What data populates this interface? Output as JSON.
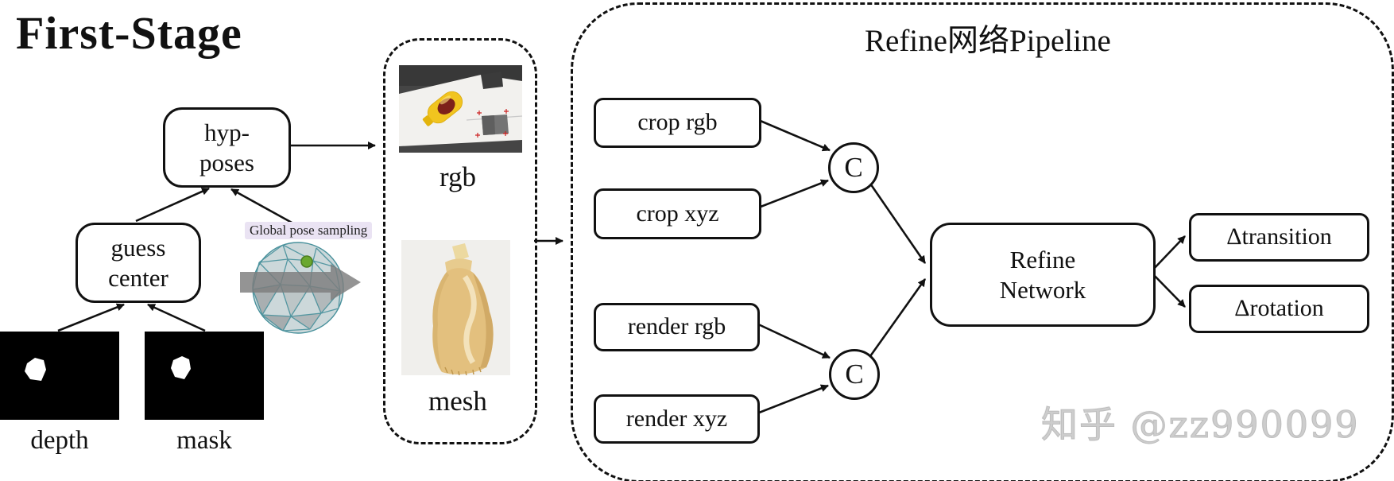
{
  "title": "First-Stage",
  "stage1": {
    "hyp_poses_line1": "hyp-",
    "hyp_poses_line2": "poses",
    "guess_line1": "guess",
    "guess_line2": "center",
    "depth_label": "depth",
    "mask_label": "mask",
    "sampling_label": "Global pose sampling"
  },
  "panel": {
    "rgb_label": "rgb",
    "mesh_label": "mesh"
  },
  "pipeline": {
    "title": "Refine网络Pipeline",
    "crop_rgb": "crop rgb",
    "crop_xyz": "crop xyz",
    "render_rgb": "render rgb",
    "render_xyz": "render xyz",
    "concat_top": "C",
    "concat_bottom": "C",
    "refine_line1": "Refine",
    "refine_line2": "Network",
    "delta_transition": "Δtransition",
    "delta_rotation": "Δrotation"
  },
  "watermark": "知乎 @zz990099",
  "colors": {
    "line": "#111111",
    "sampling_bg": "#eae3f3",
    "watermark_gray": "#cdcdcd",
    "sphere_teal": "#47909b",
    "bottle_yellow": "#f1c41f",
    "label_red": "#7d201a",
    "mesh_tan": "#e3c07e",
    "green_dot": "#6aa82f"
  }
}
